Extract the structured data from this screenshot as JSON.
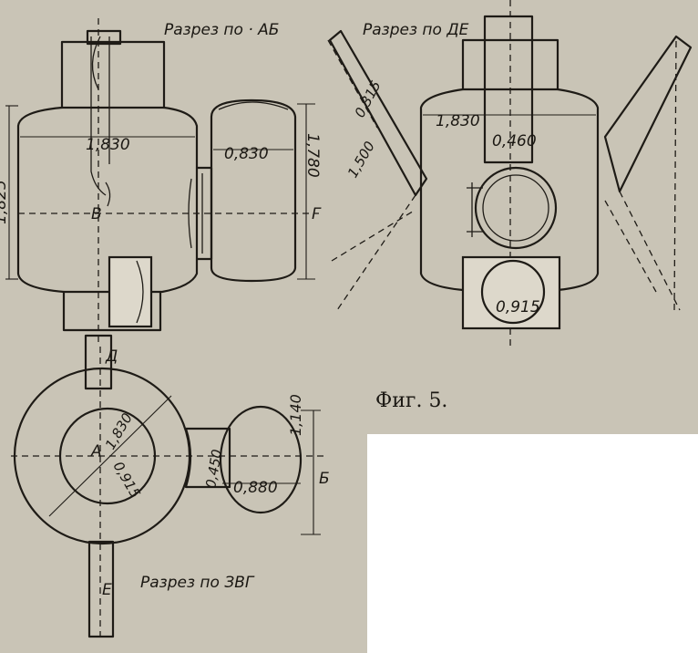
{
  "figure": {
    "caption": "Фиг. 5.",
    "sections": {
      "ab": "Разрез по · АБ",
      "de": "Разрез по ДЕ",
      "zvg": "Разрез по ЗВГ"
    },
    "point_labels": {
      "a": "А",
      "b": "Б",
      "v": "В",
      "g": "Г",
      "d": "Д",
      "e": "Е"
    },
    "dimensions": {
      "ab_diameter": "1,830",
      "ab_height": "1,825",
      "ab_side_width": "0,830",
      "ab_side_height": "1,780",
      "de_diameter": "1,830",
      "de_pipe": "0,460",
      "de_hatch": "0,915",
      "de_chute_width": "0,315",
      "de_chute_length": "1,500",
      "plan_outer": "1,830",
      "plan_inner": "0,915",
      "plan_neck": "0,450",
      "plan_side_width": "0,880",
      "plan_side_height": "1,140"
    }
  }
}
